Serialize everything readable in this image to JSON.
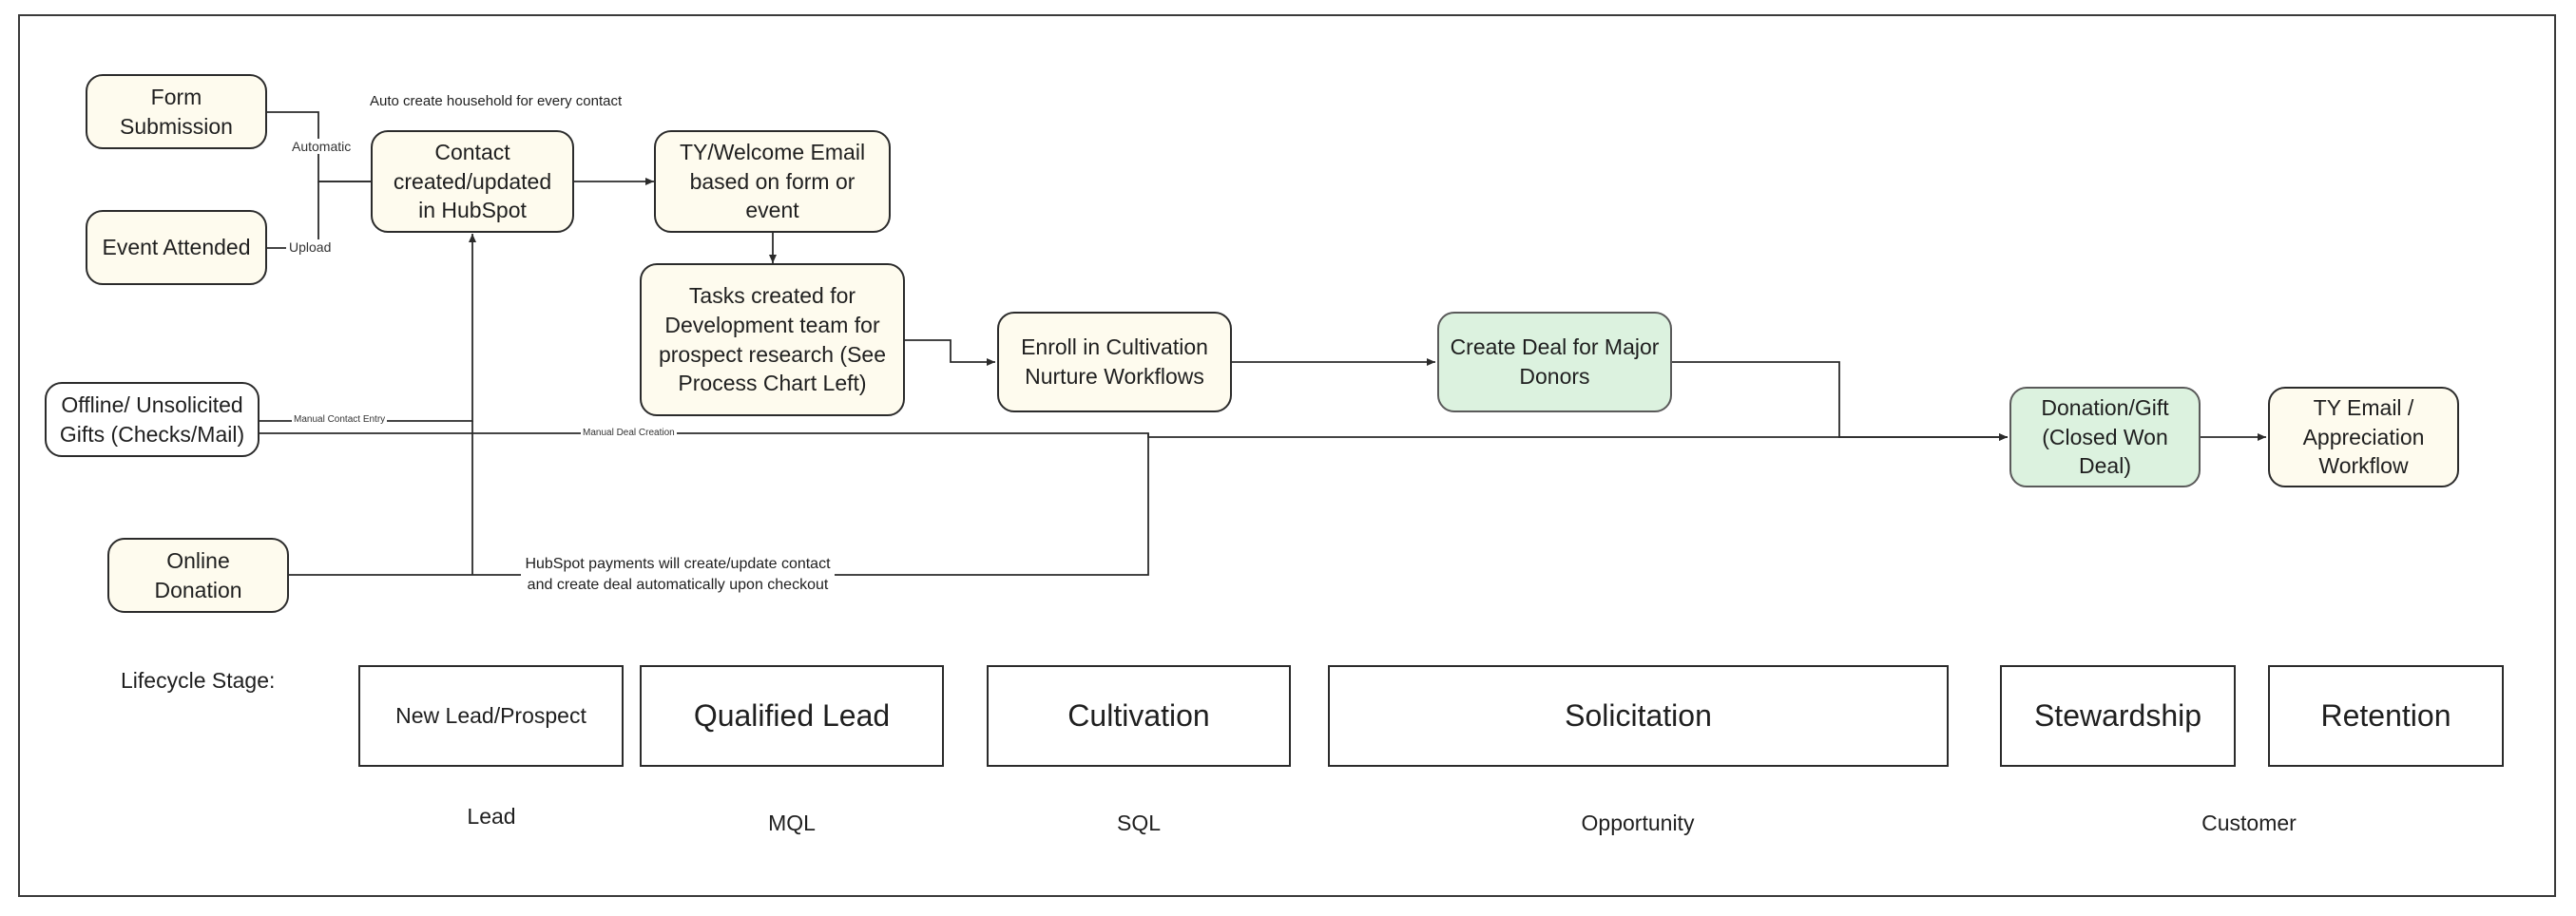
{
  "nodes": {
    "form_submission": "Form Submission",
    "event_attended": "Event Attended",
    "offline_gifts": "Offline/ Unsolicited\nGifts (Checks/Mail)",
    "online_donation": "Online\nDonation",
    "contact": "Contact\ncreated/updated\nin HubSpot",
    "ty_welcome": "TY/Welcome Email\nbased on form or\nevent",
    "tasks": "Tasks created for\nDevelopment team for\nprospect research (See\nProcess Chart Left)",
    "enroll": "Enroll in Cultivation\nNurture Workflows",
    "create_deal": "Create Deal for Major\nDonors",
    "donation_gift": "Donation/Gift\n(Closed Won Deal)",
    "ty_appreciation": "TY Email /\nAppreciation\nWorkflow"
  },
  "edge_labels": {
    "automatic": "Automatic",
    "upload": "Upload",
    "manual_contact_entry": "Manual Contact Entry",
    "manual_deal_creation": "Manual Deal Creation",
    "auto_household": "Auto create household for every contact",
    "hubspot_payments": "HubSpot payments will create/update contact\nand create deal automatically upon checkout"
  },
  "lifecycle": {
    "heading": "Lifecycle Stage:",
    "stages": [
      "New Lead/Prospect",
      "Qualified Lead",
      "Cultivation",
      "Solicitation",
      "Stewardship",
      "Retention"
    ],
    "groups": [
      "Lead",
      "MQL",
      "SQL",
      "Opportunity",
      "Customer"
    ]
  },
  "colors": {
    "node_fill": "#fefbee",
    "green_fill": "#dcf2df",
    "stroke": "#2b2b2b"
  }
}
